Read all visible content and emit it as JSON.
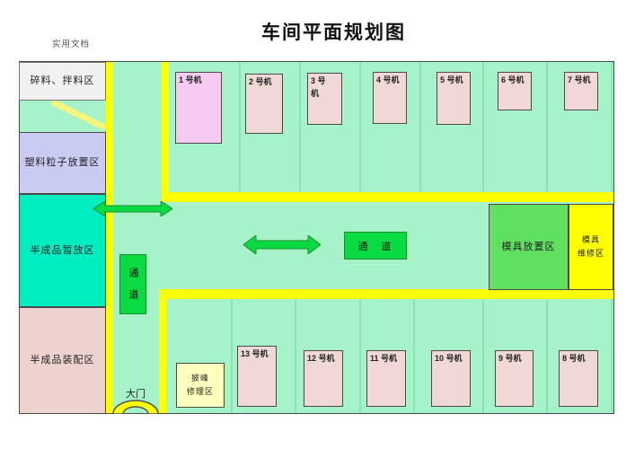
{
  "page": {
    "title": "车间平面规划图",
    "watermark": "实用文档"
  },
  "regions": {
    "crush_mix": "碎料、拌料区",
    "plastic_pellets": "塑料粒子放置区",
    "semi_finished_staging": "半成品暂放区",
    "semi_finished_assembly": "半成品装配区",
    "mold_storage": "模具放置区",
    "mold_repair": "模具\n维修区",
    "flash_trim": "披峰\n修理区",
    "gate": "大门"
  },
  "aisles": {
    "vertical_label": "通道",
    "horizontal_label": "通　道"
  },
  "machines_top": [
    {
      "label": "1 号机"
    },
    {
      "label": "2 号机"
    },
    {
      "label": "3 号\n机"
    },
    {
      "label": "4 号机"
    },
    {
      "label": "5 号机"
    },
    {
      "label": "6 号机"
    },
    {
      "label": "7 号机"
    }
  ],
  "machines_bottom": [
    {
      "label": "13 号机"
    },
    {
      "label": "12 号机"
    },
    {
      "label": "11 号机"
    },
    {
      "label": "10 号机"
    },
    {
      "label": "9 号机"
    },
    {
      "label": "8 号机"
    }
  ],
  "icons": {
    "double_arrow": "double-headed-arrow",
    "gate_arch": "gate-swing-arc"
  },
  "colors": {
    "bg_mint": "#A6F2C9",
    "yellow": "#FFFF00",
    "diag_yellow": "#F3F67D",
    "arrow_green": "#0BDB42",
    "arrow_border": "#1E8C2E",
    "mold_green": "#5FE05F",
    "repair_yellow": "#FFFFBE",
    "lavender": "#C9CBF3",
    "cyan": "#00EDC2",
    "pink_area": "#EDD2D0",
    "machine_pink": "#EFD8D6",
    "machine1_pink": "#F7CBF1",
    "white_area": "#F1F1F1",
    "border_dark": "#4a4a4a"
  }
}
